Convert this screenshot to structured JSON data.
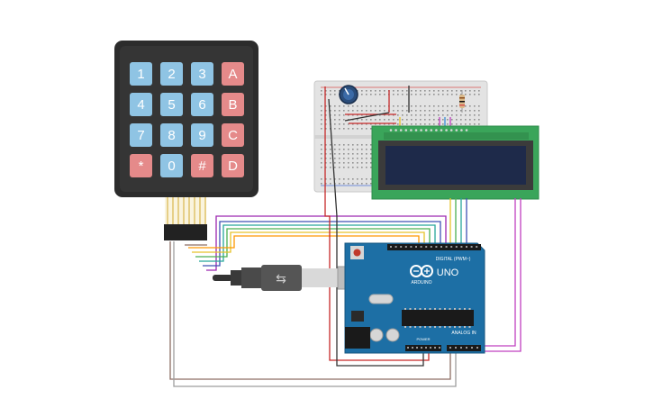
{
  "keypad": {
    "keys": [
      {
        "label": "1",
        "kind": "num"
      },
      {
        "label": "2",
        "kind": "num"
      },
      {
        "label": "3",
        "kind": "num"
      },
      {
        "label": "A",
        "kind": "fn"
      },
      {
        "label": "4",
        "kind": "num"
      },
      {
        "label": "5",
        "kind": "num"
      },
      {
        "label": "6",
        "kind": "num"
      },
      {
        "label": "B",
        "kind": "fn"
      },
      {
        "label": "7",
        "kind": "num"
      },
      {
        "label": "8",
        "kind": "num"
      },
      {
        "label": "9",
        "kind": "num"
      },
      {
        "label": "C",
        "kind": "fn"
      },
      {
        "label": "*",
        "kind": "fn"
      },
      {
        "label": "0",
        "kind": "num"
      },
      {
        "label": "#",
        "kind": "fn"
      },
      {
        "label": "D",
        "kind": "fn"
      }
    ]
  },
  "arduino": {
    "model": "UNO",
    "brand": "ARDUINO",
    "digital_label": "DIGITAL (PWM~)",
    "analog_label": "ANALOG IN",
    "power_label": "POWER"
  },
  "colors": {
    "board_blue": "#1d6fa5",
    "lcd_green": "#3aa55a",
    "lcd_screen": "#1e2a4a",
    "keypad_body": "#2c2c2c",
    "key_num": "#8fc4e4",
    "key_fn": "#e58a8a"
  }
}
